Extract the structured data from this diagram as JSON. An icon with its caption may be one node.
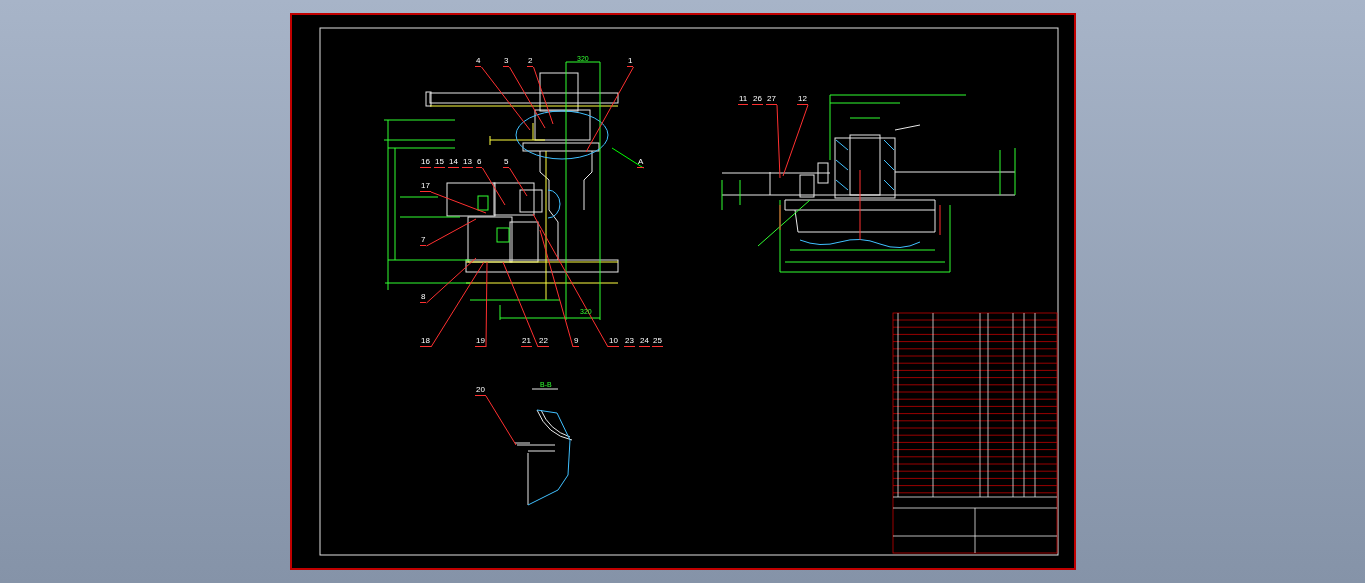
{
  "diagram": {
    "nodes": [
      {
        "text": [
          "4"
        ]
      },
      {
        "text": [
          "3"
        ]
      },
      {
        "text": [
          "2"
        ]
      },
      {
        "text": [
          "1"
        ]
      },
      {
        "text": [
          "A"
        ]
      },
      {
        "text": [
          "16"
        ]
      },
      {
        "text": [
          "15"
        ]
      },
      {
        "text": [
          "14"
        ]
      },
      {
        "text": [
          "13"
        ]
      },
      {
        "text": [
          "6"
        ]
      },
      {
        "text": [
          "5"
        ]
      },
      {
        "text": [
          "17"
        ]
      },
      {
        "text": [
          "7"
        ]
      },
      {
        "text": [
          "8"
        ]
      },
      {
        "text": [
          "18"
        ]
      },
      {
        "text": [
          "19"
        ]
      },
      {
        "text": [
          "21"
        ]
      },
      {
        "text": [
          "22"
        ]
      },
      {
        "text": [
          "9"
        ]
      },
      {
        "text": [
          "10"
        ]
      },
      {
        "text": [
          "23"
        ]
      },
      {
        "text": [
          "24"
        ]
      },
      {
        "text": [
          "25"
        ]
      },
      {
        "text": [
          "20"
        ]
      },
      {
        "text": [
          "11"
        ]
      },
      {
        "text": [
          "26"
        ]
      },
      {
        "text": [
          "27"
        ]
      },
      {
        "text": [
          "12"
        ]
      },
      {
        "text": [],
        "shape": "picture",
        "beside": [
          "B-B"
        ]
      }
    ],
    "edges": [
      {
        "from": 0,
        "to": null,
        "arrow": "none"
      },
      {
        "from": 1,
        "to": null,
        "arrow": "none"
      },
      {
        "from": 2,
        "to": null,
        "arrow": "none"
      },
      {
        "from": 3,
        "to": null,
        "arrow": "none"
      },
      {
        "from": 4,
        "to": null,
        "arrow": "none",
        "color": "#00ff00"
      },
      {
        "from": 9,
        "to": null,
        "arrow": "none"
      },
      {
        "from": 10,
        "to": null,
        "arrow": "none"
      },
      {
        "from": 11,
        "to": null,
        "arrow": "none"
      },
      {
        "from": 12,
        "to": null,
        "arrow": "none"
      },
      {
        "from": 13,
        "to": null,
        "arrow": "none"
      },
      {
        "from": 14,
        "to": null,
        "arrow": "none"
      },
      {
        "from": 15,
        "to": null,
        "arrow": "none"
      },
      {
        "from": 17,
        "to": null,
        "arrow": "none"
      },
      {
        "from": 18,
        "to": null,
        "arrow": "none"
      },
      {
        "from": 19,
        "to": null,
        "arrow": "none"
      },
      {
        "from": 23,
        "to": 28,
        "arrow": "none"
      },
      {
        "from": 26,
        "to": null,
        "arrow": "none"
      },
      {
        "from": 27,
        "to": null,
        "arrow": "none"
      }
    ],
    "labels": [
      "320",
      "320"
    ]
  }
}
